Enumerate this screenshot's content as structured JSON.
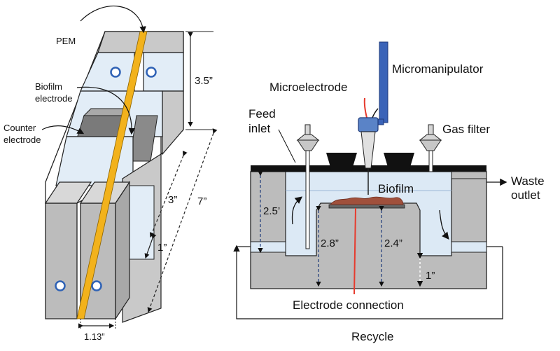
{
  "left_diagram": {
    "labels": {
      "pem": "PEM",
      "biofilm_electrode_1": "Biofilm",
      "biofilm_electrode_2": "electrode",
      "counter_electrode_1": "Counter",
      "counter_electrode_2": "electrode"
    },
    "dimensions": {
      "height_chamber": "3.5”",
      "height_electrode": "3”",
      "height_gap": "1”",
      "height_total": "7”",
      "width": "1.13”"
    }
  },
  "right_diagram": {
    "labels": {
      "micromanipulator": "Micromanipulator",
      "microelectrode": "Microelectrode",
      "feed_inlet_1": "Feed",
      "feed_inlet_2": "inlet",
      "gas_filter": "Gas filter",
      "biofilm": "Biofilm",
      "waste_outlet_1": "Waste",
      "waste_outlet_2": "outlet",
      "electrode_connection": "Electrode connection",
      "recycle": "Recycle"
    },
    "dimensions": {
      "liquid_height": "2.5’",
      "inner_height": "2.8”",
      "electrode_height": "2.4”",
      "base_height": "1”"
    }
  },
  "colors": {
    "body_gray": "#bcbcbc",
    "water_blue": "#dce9f5",
    "pem_yellow": "#f2b21c",
    "micromanipulator_blue": "#3a63b8",
    "microelectrode_red": "#e63b2e",
    "biofilm_brown": "#a0503c",
    "lid_black": "#111111"
  }
}
